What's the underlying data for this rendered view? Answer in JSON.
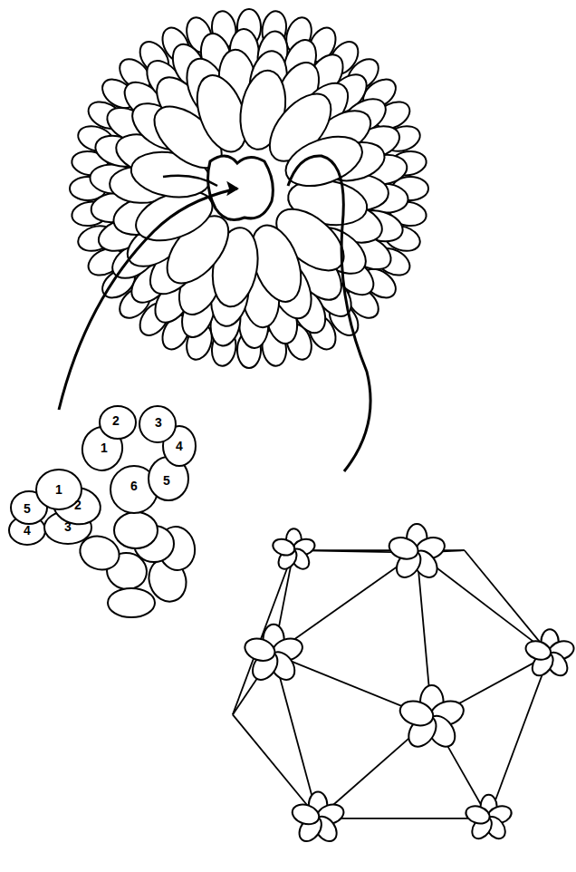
{
  "diagram": {
    "labels": [
      "2",
      "3",
      "1",
      "4",
      "1",
      "6",
      "5",
      "5",
      "2",
      "4",
      "3"
    ]
  }
}
